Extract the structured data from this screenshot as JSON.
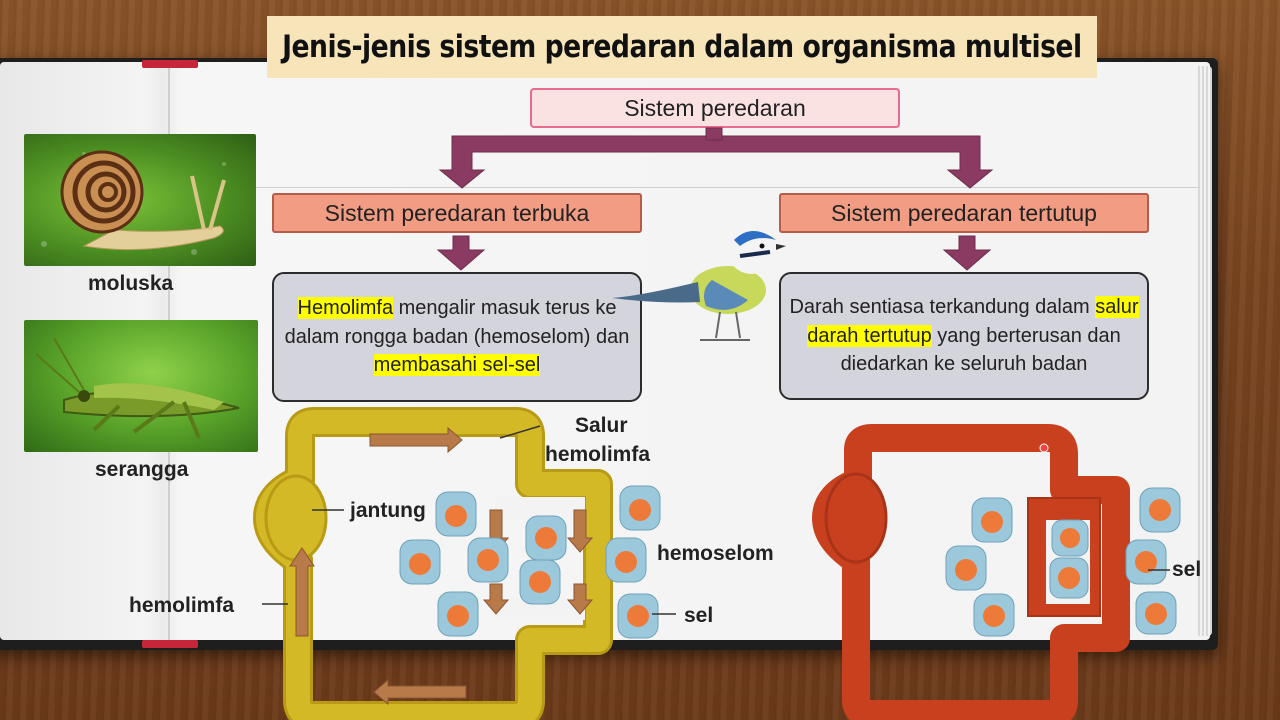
{
  "title": "Jenis-jenis sistem peredaran dalam organisma multisel",
  "root": "Sistem peredaran",
  "open_system": {
    "title": "Sistem peredaran terbuka",
    "desc": {
      "hl1": "Hemolimfa",
      "t1": " mengalir masuk terus ke dalam rongga badan (hemoselom) dan ",
      "hl2": "membasahi sel-sel"
    }
  },
  "closed_system": {
    "title": "Sistem peredaran tertutup",
    "desc": {
      "t1": "Darah sentiasa terkandung dalam ",
      "hl1": "salur darah tertutup",
      "t2": " yang berterusan dan diedarkan ke seluruh badan"
    }
  },
  "animals": {
    "mollusc": "moluska",
    "insect": "serangga"
  },
  "open_labels": {
    "vessel_line1": "Salur",
    "vessel_line2": "hemolimfa",
    "heart": "jantung",
    "hemocoel": "hemoselom",
    "hemolymph": "hemolimfa",
    "cell": "sel"
  },
  "closed_labels": {
    "cell": "sel"
  },
  "colors": {
    "title_bg": "#f7e4b8",
    "root_bg": "#fbe2e2",
    "root_border": "#e86a8c",
    "category_bg": "#f29c84",
    "desc_bg": "#d4d4dd",
    "arrow": "#8b3a62",
    "highlight": "#ffff00",
    "open_vessel": "#d4b927",
    "closed_vessel": "#c9401f",
    "flow_arrow": "#b97a4a"
  }
}
